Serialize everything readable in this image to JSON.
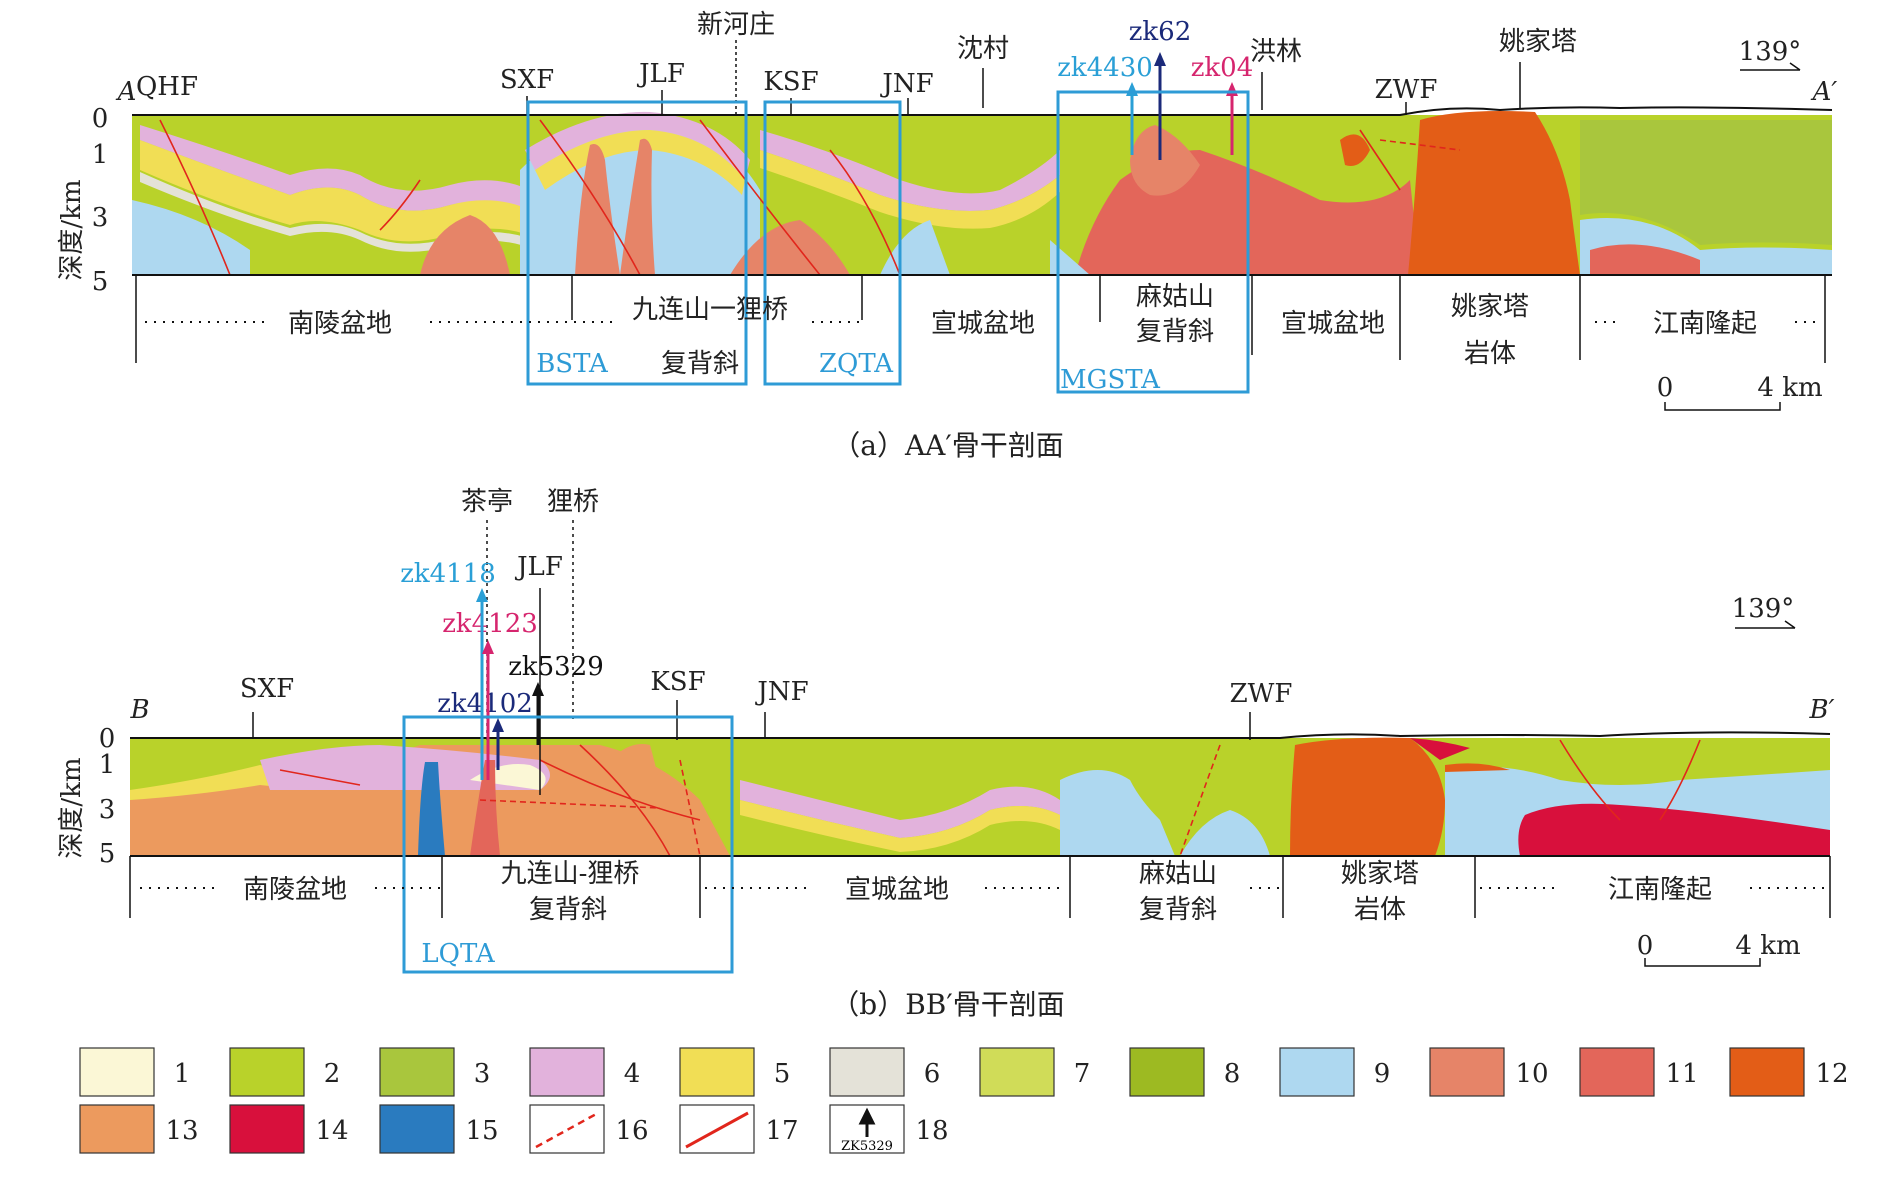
{
  "section_a": {
    "caption": "（a）AA′骨干剖面",
    "start_label": "A",
    "end_label": "A′",
    "azimuth": "139°",
    "depth_axis_title": "深度/km",
    "depth_ticks": [
      "0",
      "1",
      "3",
      "5"
    ],
    "faults": [
      "QHF",
      "SXF",
      "JLF",
      "KSF",
      "JNF",
      "ZWF"
    ],
    "places": [
      "新河庄",
      "沈村",
      "洪林",
      "姚家塔"
    ],
    "wells": [
      {
        "name": "zk4430",
        "color": "#2a9fd6"
      },
      {
        "name": "zk62",
        "color": "#1b2a7a"
      },
      {
        "name": "zk04",
        "color": "#d6256e"
      }
    ],
    "units": [
      "南陵盆地",
      "九连山一狸桥",
      "复背斜",
      "宣城盆地",
      "麻姑山",
      "复背斜",
      "宣城盆地",
      "姚家塔",
      "岩体",
      "江南隆起"
    ],
    "boxes": [
      "BSTA",
      "ZQTA",
      "MGSTA"
    ],
    "scale": {
      "zero": "0",
      "end": "4 km"
    }
  },
  "section_b": {
    "caption": "（b）BB′骨干剖面",
    "start_label": "B",
    "end_label": "B′",
    "azimuth": "139°",
    "depth_axis_title": "深度/km",
    "depth_ticks": [
      "0",
      "1",
      "3",
      "5"
    ],
    "faults": [
      "SXF",
      "JLF",
      "KSF",
      "JNF",
      "ZWF"
    ],
    "places": [
      "茶亭",
      "狸桥"
    ],
    "wells": [
      {
        "name": "zk4118",
        "color": "#2a9fd6"
      },
      {
        "name": "zk4123",
        "color": "#d6256e"
      },
      {
        "name": "zk5329",
        "color": "#111111"
      },
      {
        "name": "zk4102",
        "color": "#1b2a7a"
      }
    ],
    "units": [
      "南陵盆地",
      "九连山-狸桥",
      "复背斜",
      "宣城盆地",
      "麻姑山",
      "复背斜",
      "姚家塔",
      "岩体",
      "江南隆起"
    ],
    "boxes": [
      "LQTA"
    ],
    "scale": {
      "zero": "0",
      "end": "4 km"
    }
  },
  "legend": [
    {
      "num": "1",
      "color": "#fbf7d6"
    },
    {
      "num": "2",
      "color": "#b9d22a"
    },
    {
      "num": "3",
      "color": "#a9c63d"
    },
    {
      "num": "4",
      "color": "#e2b2dc"
    },
    {
      "num": "5",
      "color": "#f1de55"
    },
    {
      "num": "6",
      "color": "#e4e2d8"
    },
    {
      "num": "7",
      "color": "#d0dc58"
    },
    {
      "num": "8",
      "color": "#9dba22"
    },
    {
      "num": "9",
      "color": "#aed8f0"
    },
    {
      "num": "10",
      "color": "#e68468"
    },
    {
      "num": "11",
      "color": "#e3665a"
    },
    {
      "num": "12",
      "color": "#e35d17"
    },
    {
      "num": "13",
      "color": "#ec9a5e"
    },
    {
      "num": "14",
      "color": "#d8103c"
    },
    {
      "num": "15",
      "color": "#2a7bbf"
    },
    {
      "num": "16",
      "color": "dashed-red-line"
    },
    {
      "num": "17",
      "color": "solid-red-line"
    },
    {
      "num": "18",
      "color": "well-arrow-icon",
      "box_text": "ZK5329"
    }
  ],
  "colors": {
    "frame_blue": "#2e9bd6",
    "fault_red": "#e1261c"
  }
}
